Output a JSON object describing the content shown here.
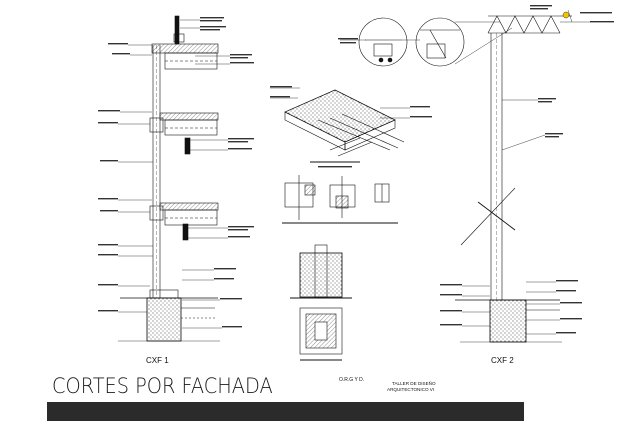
{
  "sheet": {
    "title": "CORTES POR FACHADA",
    "section_left": "CXF 1",
    "section_right": "CXF 2",
    "stamp": "O.R.G Y D.",
    "course_line1": "TALLER DE DISEÑO",
    "course_line2": "ARQUITECTONICO VI"
  },
  "colors": {
    "ink": "#111111",
    "band": "#2b2b2b",
    "paper": "#ffffff"
  }
}
